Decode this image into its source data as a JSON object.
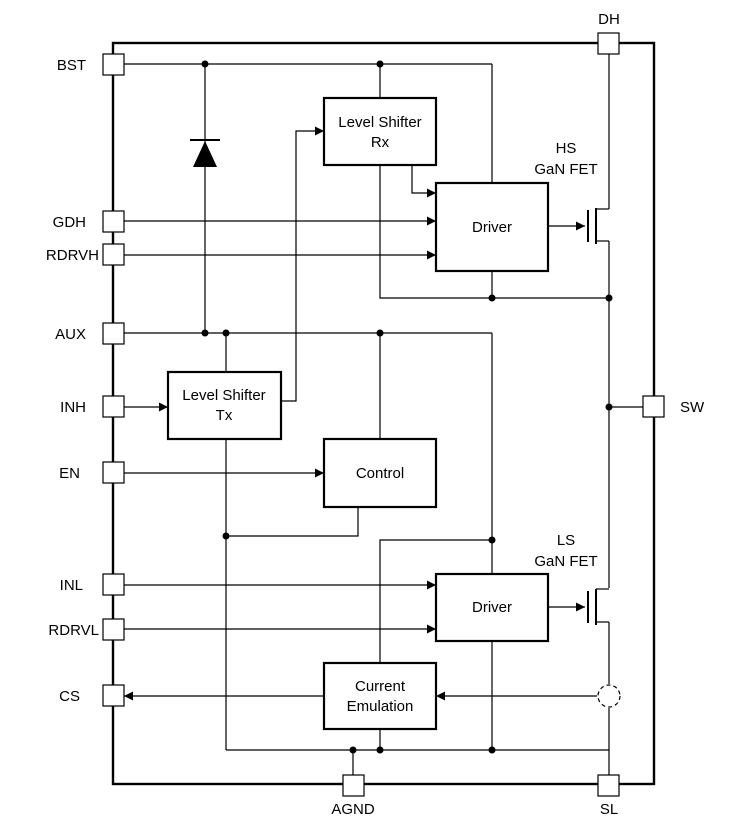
{
  "pins": {
    "bst": "BST",
    "gdh": "GDH",
    "rdrvh": "RDRVH",
    "aux": "AUX",
    "inh": "INH",
    "en": "EN",
    "inl": "INL",
    "rdrvl": "RDRVL",
    "cs": "CS",
    "dh": "DH",
    "sw": "SW",
    "agnd": "AGND",
    "sl": "SL"
  },
  "blocks": {
    "level_shifter_rx": {
      "line1": "Level Shifter",
      "line2": "Rx"
    },
    "level_shifter_tx": {
      "line1": "Level Shifter",
      "line2": "Tx"
    },
    "driver_high": "Driver",
    "driver_low": "Driver",
    "control": "Control",
    "current_emulation": {
      "line1": "Current",
      "line2": "Emulation"
    }
  },
  "fets": {
    "hs": {
      "line1": "HS",
      "line2": "GaN FET"
    },
    "ls": {
      "line1": "LS",
      "line2": "GaN FET"
    }
  }
}
